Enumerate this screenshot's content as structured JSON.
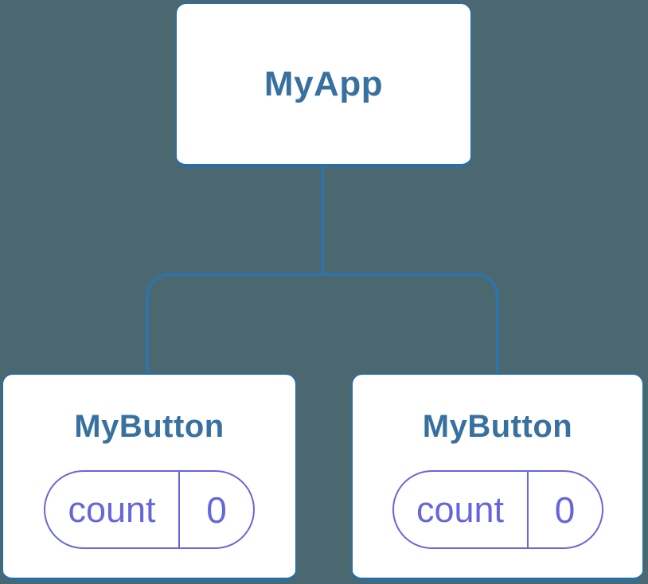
{
  "colors": {
    "background": "#4B6770",
    "node_fill": "#FFFFFF",
    "node_border": "#2E6E9E",
    "connector": "#2F74A6",
    "node_text": "#38719F",
    "state_accent": "#6666DC"
  },
  "tree": {
    "root": {
      "label": "MyApp"
    },
    "children": [
      {
        "label": "MyButton",
        "state": {
          "key": "count",
          "value": "0"
        }
      },
      {
        "label": "MyButton",
        "state": {
          "key": "count",
          "value": "0"
        }
      }
    ]
  }
}
